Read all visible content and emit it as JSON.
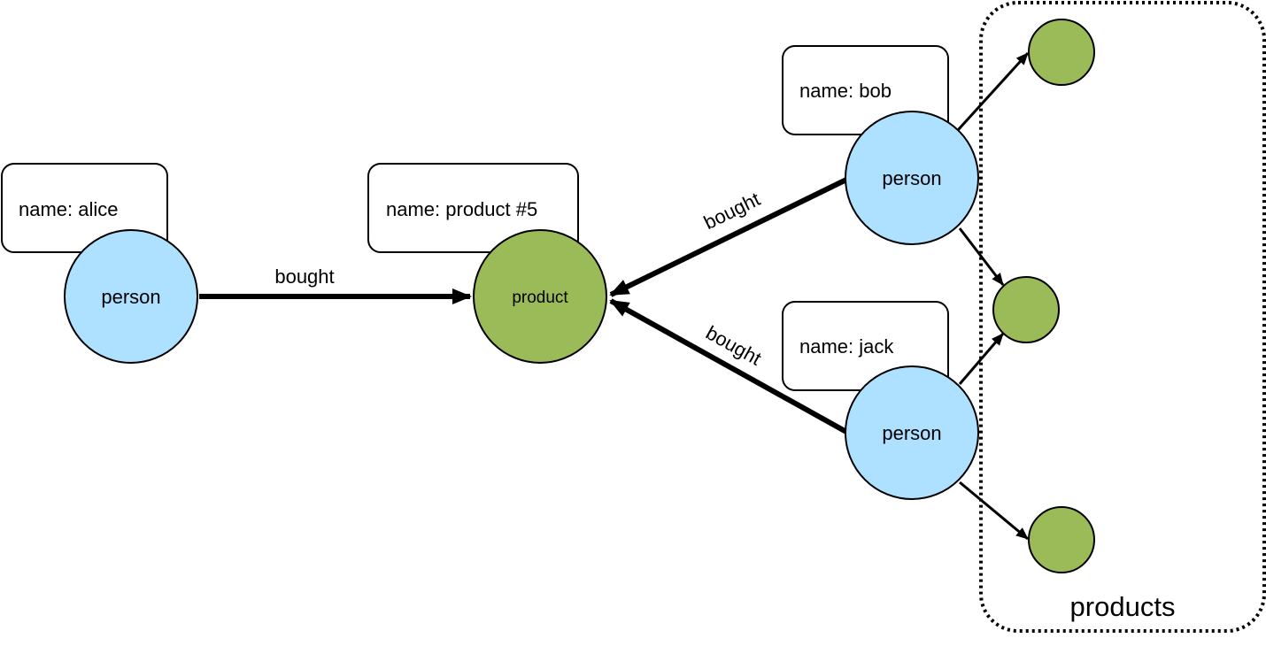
{
  "colors": {
    "person_fill": "#ade1ff",
    "product_fill": "#9bbb59",
    "stroke": "#000000",
    "background": "#ffffff"
  },
  "nodes": {
    "alice": {
      "type_label": "person",
      "property": "name: alice"
    },
    "product5": {
      "type_label": "product",
      "property": "name: product #5"
    },
    "bob": {
      "type_label": "person",
      "property": "name: bob"
    },
    "jack": {
      "type_label": "person",
      "property": "name: jack"
    }
  },
  "edges": {
    "alice_product": "bought",
    "bob_product": "bought",
    "jack_product": "bought"
  },
  "group": {
    "label": "products"
  }
}
